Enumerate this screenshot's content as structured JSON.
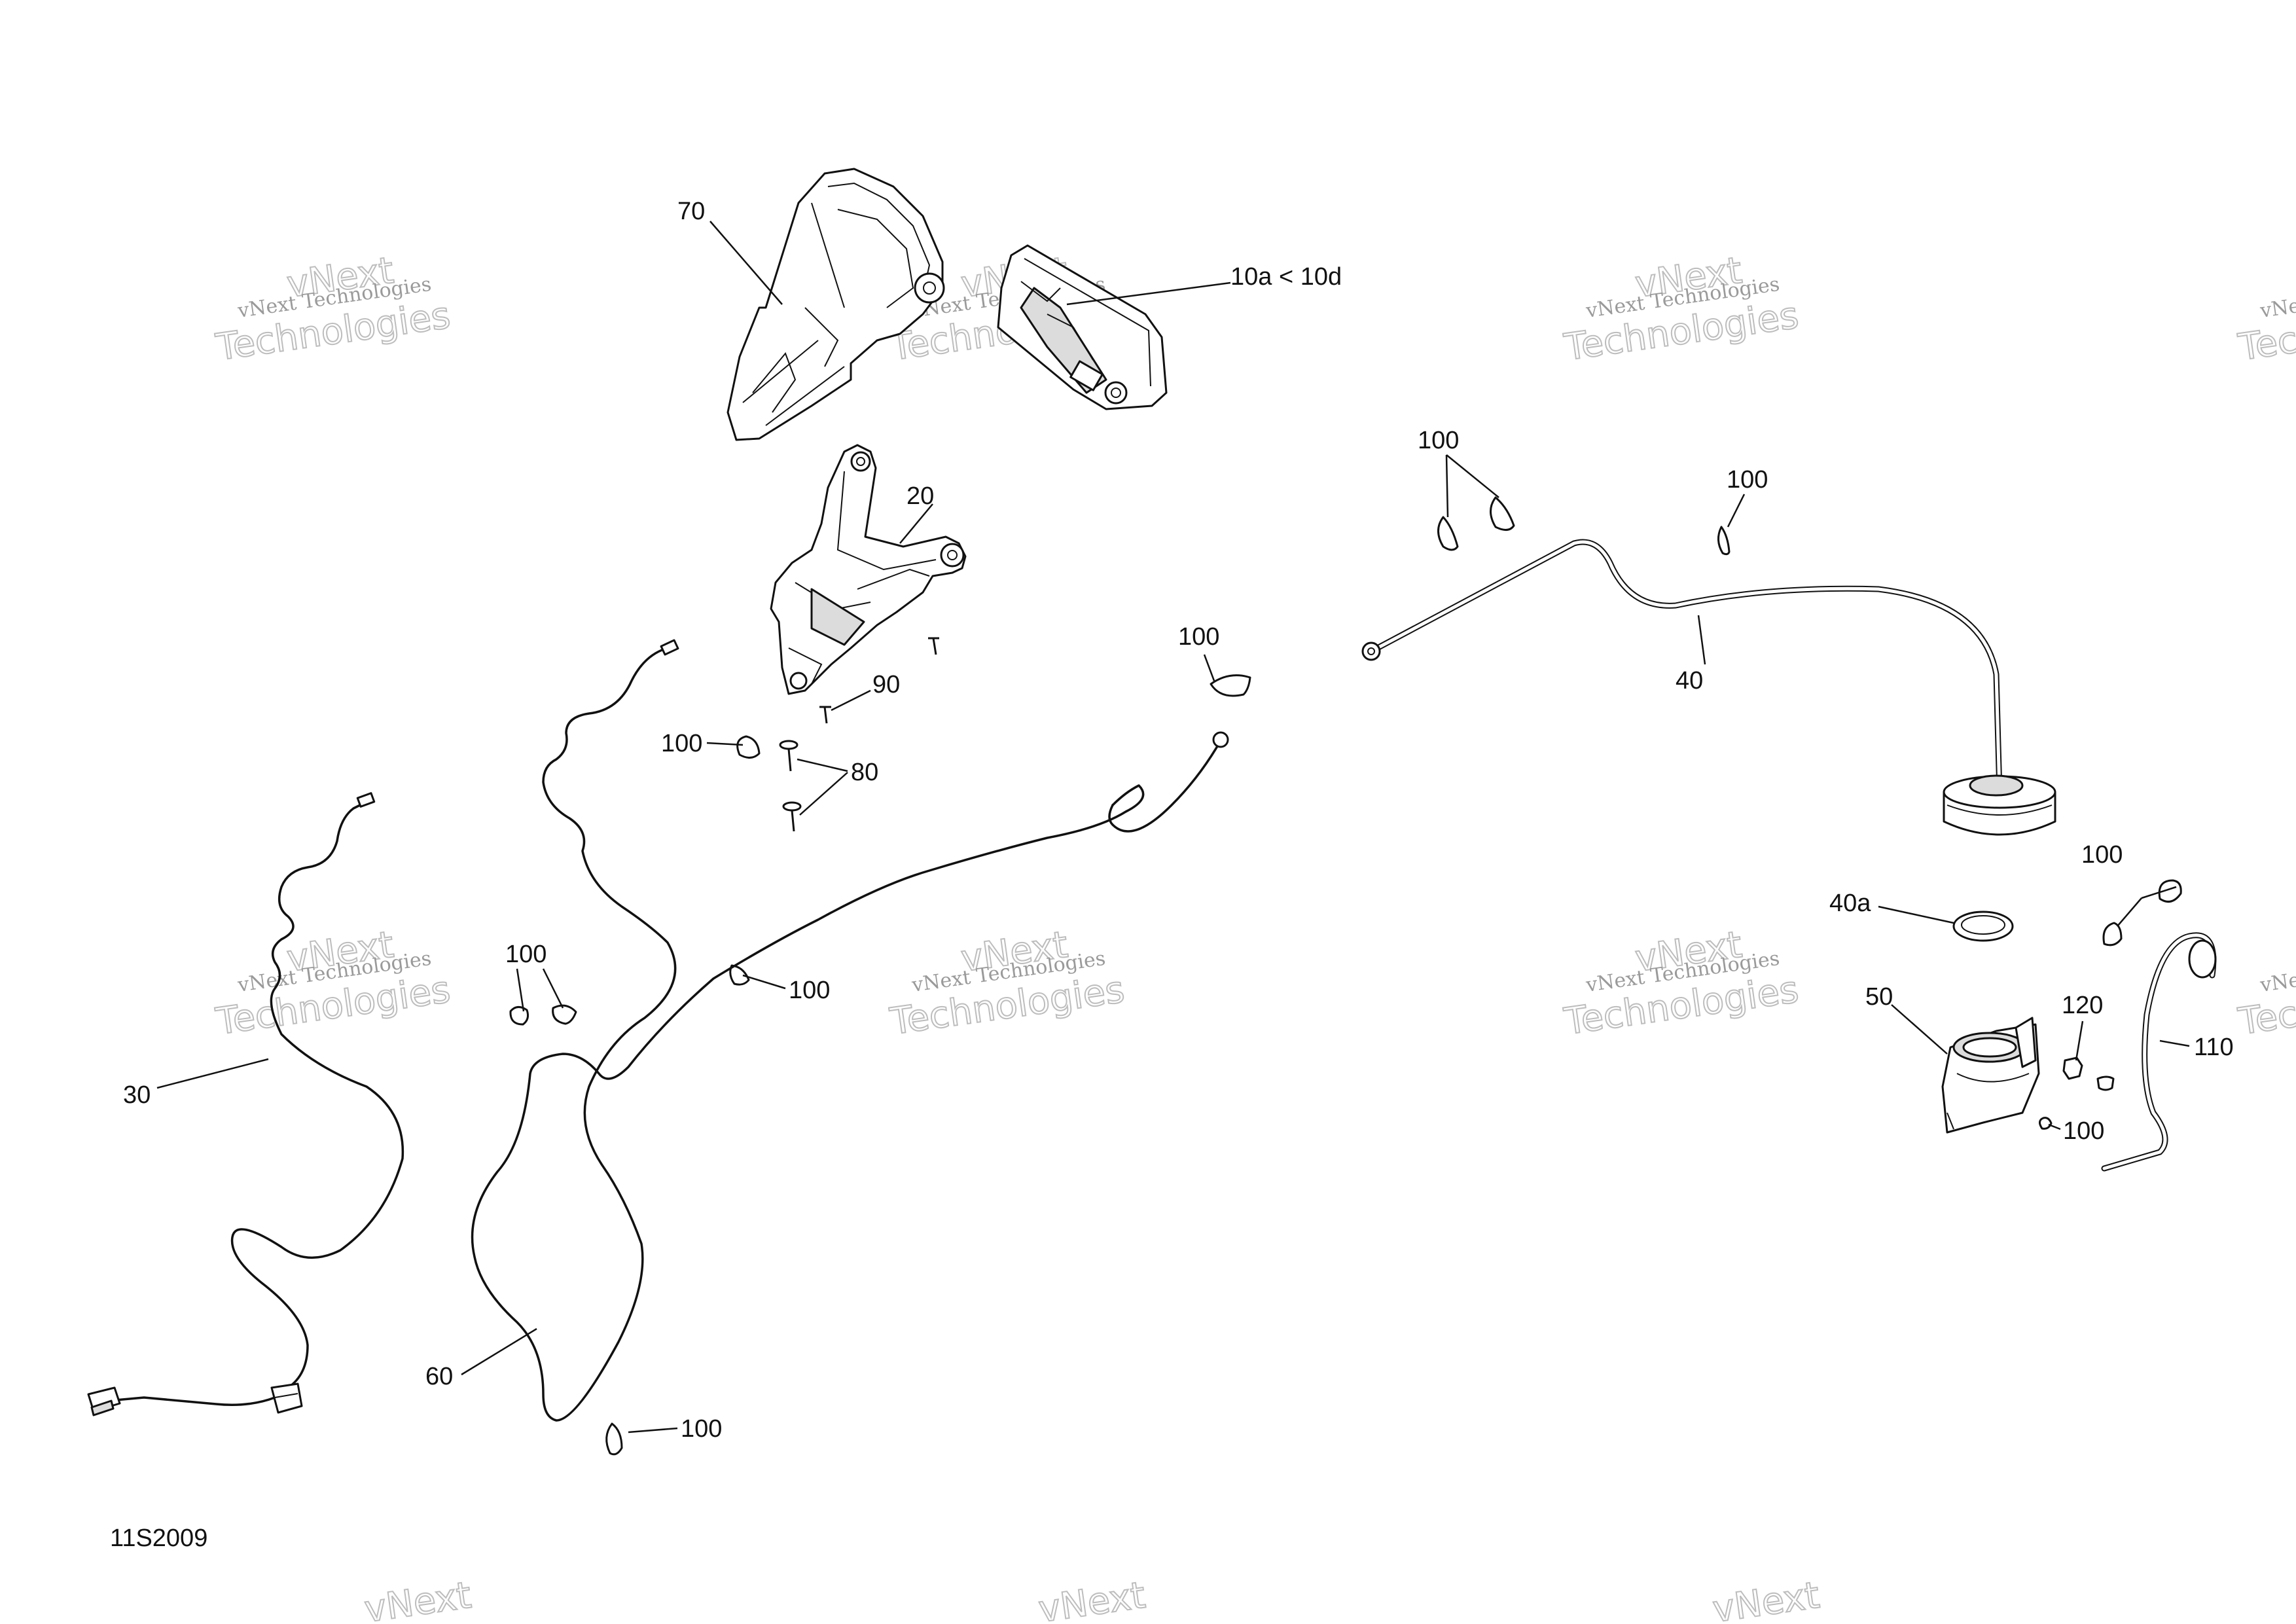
{
  "figure": {
    "code": "11S2009",
    "watermark": {
      "line1": "vNext Technologies",
      "line2": "vNext",
      "line3": "Technologies"
    },
    "callouts": [
      "70",
      "10a < 10d",
      "20",
      "90",
      "100",
      "80",
      "100",
      "100",
      "100",
      "100",
      "40",
      "100",
      "40a",
      "100",
      "50",
      "120",
      "110",
      "100",
      "100",
      "30",
      "60",
      "100"
    ]
  }
}
